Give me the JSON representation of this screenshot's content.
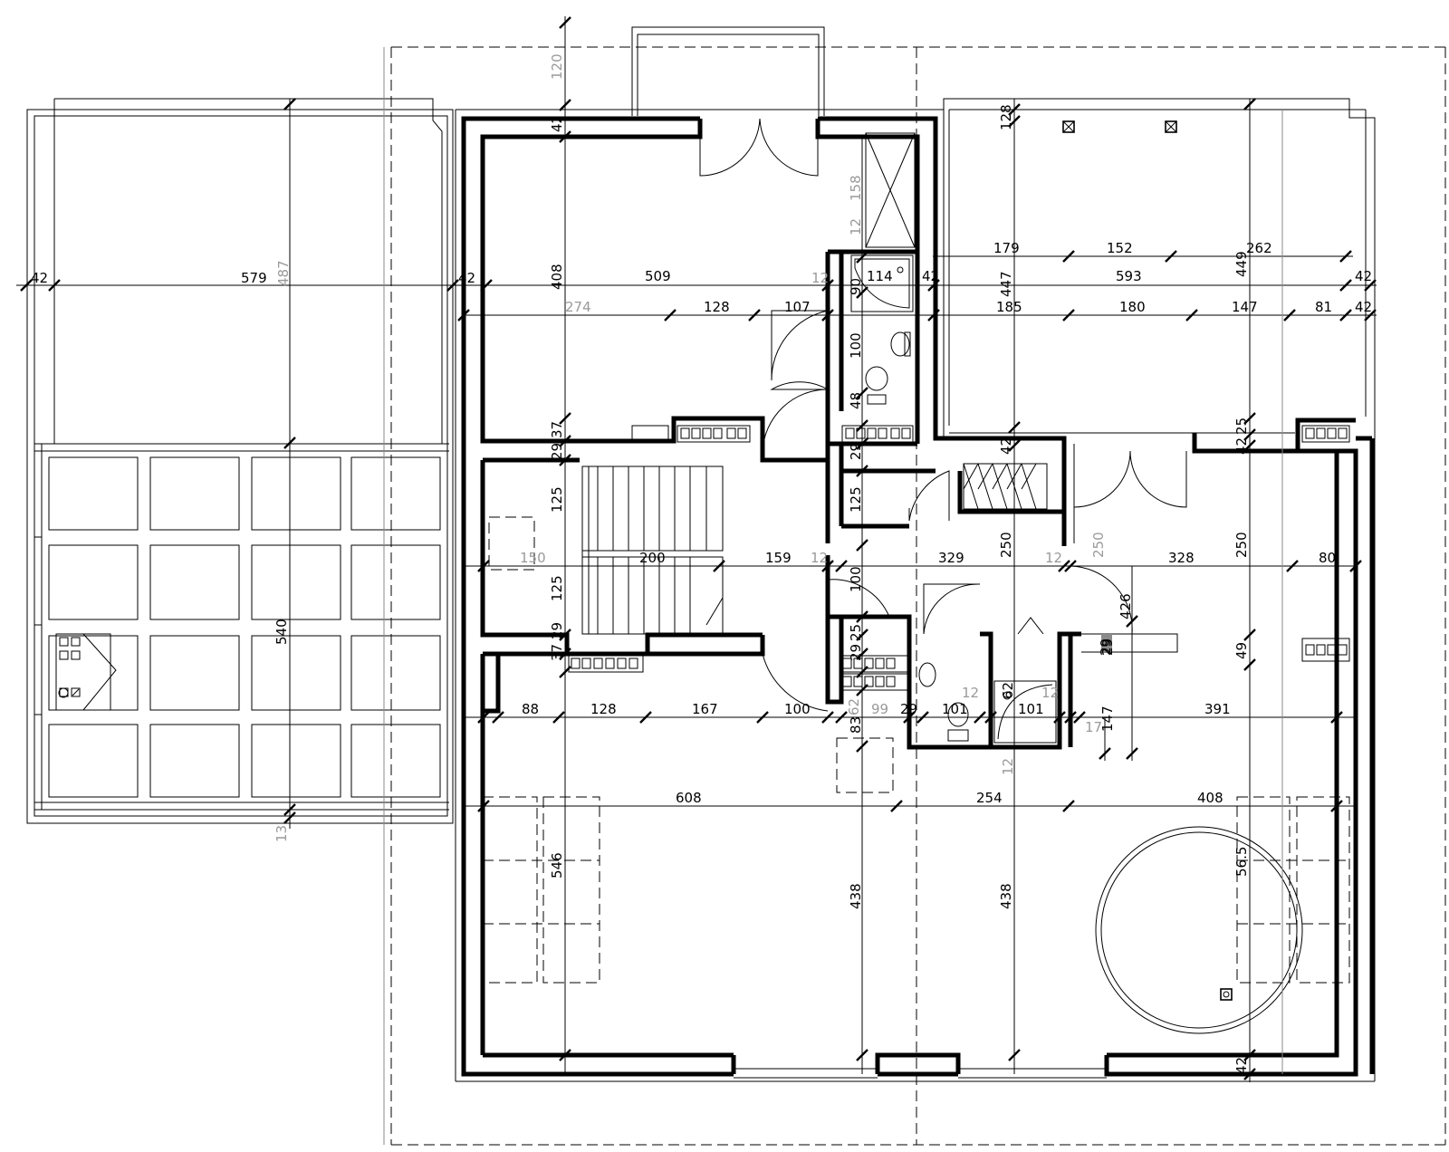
{
  "dimensions": {
    "outer_left": [
      "42",
      "579",
      "42",
      "487",
      "540",
      "13"
    ],
    "top_row": [
      "509",
      "114",
      "42",
      "447",
      "593",
      "42",
      "12",
      "90"
    ],
    "row_341": [
      "274",
      "128",
      "107",
      "185",
      "180",
      "147",
      "81",
      "42"
    ],
    "top_right": [
      "179",
      "152",
      "262",
      "449",
      "128"
    ],
    "vertical_top": [
      "120",
      "42",
      "408",
      "158",
      "12",
      "100",
      "48",
      "37",
      "29",
      "29"
    ],
    "stairs_row": [
      "150",
      "200",
      "159",
      "12",
      "100",
      "329",
      "250",
      "12",
      "250",
      "328",
      "250",
      "80"
    ],
    "stair_vert": [
      "125",
      "125",
      "125"
    ],
    "upper_mid": [
      "42",
      "25",
      "42",
      "29",
      "49"
    ],
    "row_787": [
      "88",
      "128",
      "167",
      "100",
      "62",
      "99",
      "29",
      "101",
      "101",
      "147",
      "17",
      "391"
    ],
    "bath_extra": [
      "25",
      "29",
      "37",
      "29",
      "83",
      "62",
      "12",
      "12",
      "12",
      "426",
      "29"
    ],
    "row_880": [
      "608",
      "254",
      "408"
    ],
    "vertical_bottom": [
      "546",
      "438",
      "438",
      "56.5",
      "42"
    ]
  }
}
